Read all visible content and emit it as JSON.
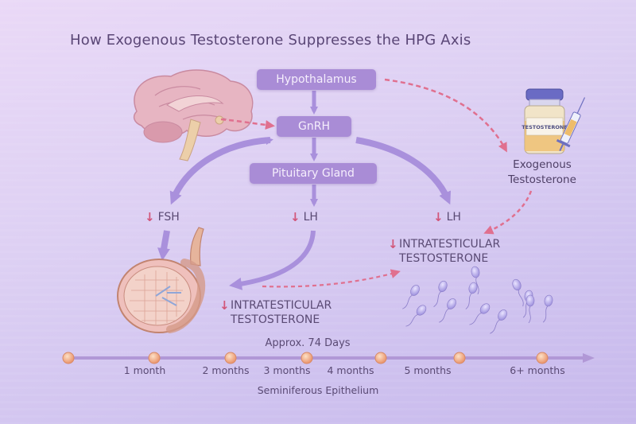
{
  "title": "How Exogenous Testosterone Suppresses the HPG Axis",
  "nodes": {
    "hypothalamus": "Hypothalamus",
    "gnrh": "GnRH",
    "pituitary": "Pituitary Gland"
  },
  "hormones": {
    "fsh": "FSH",
    "lh_center": "LH",
    "lh_right": "LH",
    "decrease_symbol": "↓"
  },
  "intratesticular_left": {
    "line1": "INTRATESTICULAR",
    "line2": "TESTOSTERONE"
  },
  "intratesticular_right": {
    "line1": "INTRATESTICULAR",
    "line2": "TESTOSTERONE"
  },
  "exogenous": {
    "line1": "Exogenous",
    "line2": "Testosterone",
    "vial_label": "TESTOSTERONE"
  },
  "timeline": {
    "caption_top": "Approx. 74 Days",
    "caption_bottom": "Seminiferous Epithelium",
    "milestones": [
      "1 month",
      "2 months",
      "3 months",
      "4 months",
      "5 months",
      "6+ months"
    ]
  },
  "colors": {
    "node_fill": "#a98cd6",
    "suppression_red": "#d2567a",
    "flow_arrow": "#a990dc",
    "timeline_dot": "#f0a87a"
  }
}
